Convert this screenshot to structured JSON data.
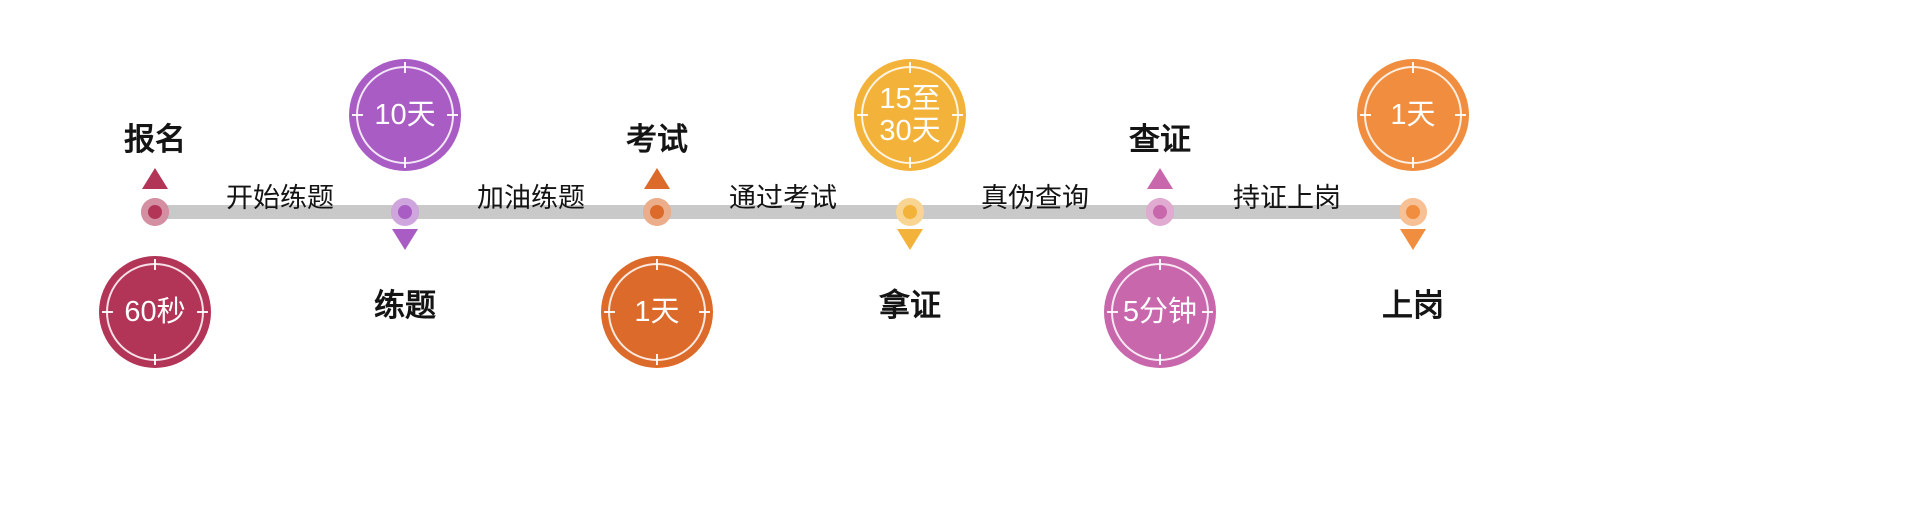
{
  "colors": {
    "line": "#c9c9c9",
    "red": "#b23457",
    "purple": "#a85cc4",
    "orange_dark": "#dc6a2a",
    "yellow": "#f3b33a",
    "pink": "#c867ab",
    "orange_light": "#f08d3e",
    "text": "#141414"
  },
  "nodes": [
    {
      "label": "报名",
      "duration": "60秒",
      "color": "#b23457",
      "clock_position": "below"
    },
    {
      "label": "练题",
      "duration": "10天",
      "color": "#a85cc4",
      "clock_position": "above"
    },
    {
      "label": "考试",
      "duration": "1天",
      "color": "#dc6a2a",
      "clock_position": "below"
    },
    {
      "label": "拿证",
      "duration": "15至\n30天",
      "color": "#f3b33a",
      "clock_position": "above"
    },
    {
      "label": "查证",
      "duration": "5分钟",
      "color": "#c867ab",
      "clock_position": "below"
    },
    {
      "label": "上岗",
      "duration": "1天",
      "color": "#f08d3e",
      "clock_position": "above"
    }
  ],
  "segments": [
    {
      "label": "开始练题"
    },
    {
      "label": "加油练题"
    },
    {
      "label": "通过考试"
    },
    {
      "label": "真伪查询"
    },
    {
      "label": "持证上岗"
    }
  ]
}
